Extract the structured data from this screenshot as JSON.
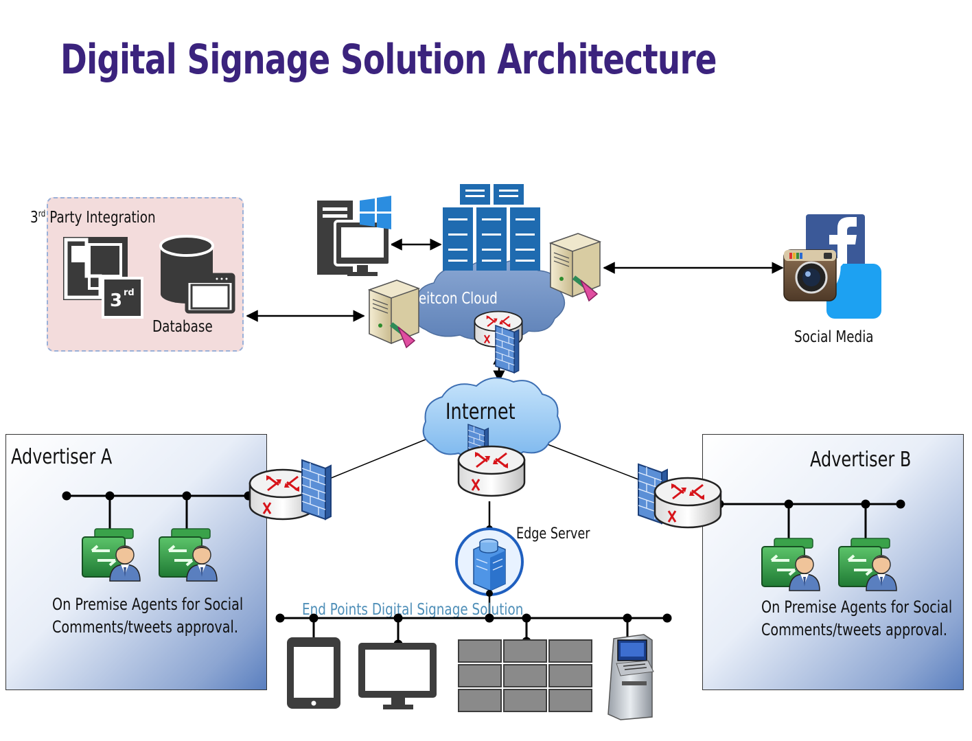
{
  "title": "Digital Signage Solution Architecture",
  "third_party": {
    "label_prefix": "3",
    "label_sup": "rd",
    "label_rest": " Party Integration",
    "badge_main": "3",
    "badge_sup": "rd",
    "database_label": "Database"
  },
  "cloud": {
    "label": "Ceitcon Cloud"
  },
  "internet": {
    "label": "Internet"
  },
  "social": {
    "label": "Social Media"
  },
  "advertiser_a": {
    "label": "Advertiser A",
    "agents_line1": "On Premise Agents for Social",
    "agents_line2": "Comments/tweets approval."
  },
  "advertiser_b": {
    "label": "Advertiser B",
    "agents_line1": "On Premise Agents for Social",
    "agents_line2": "Comments/tweets approval."
  },
  "edge_server": {
    "label": "Edge Server"
  },
  "endpoints": {
    "label": "End Points Digital Signage Solution"
  },
  "colors": {
    "title": "#3b237d",
    "cloud_dark": "#6c8fc2",
    "cloud_light": "#9fcdf5",
    "server_blue": "#1f6bb0",
    "endpoints_label": "#4f8fb8",
    "fb": "#3b5998",
    "tw": "#1da1f2"
  },
  "icons": [
    "windows-pc-icon",
    "server-cluster-icon",
    "server-icon",
    "router-icon",
    "firewall-icon",
    "facebook-icon",
    "instagram-icon",
    "twitter-icon",
    "agent-icon",
    "database-icon",
    "tablet-icon",
    "monitor-icon",
    "video-wall-icon",
    "kiosk-icon",
    "edge-server-icon"
  ]
}
